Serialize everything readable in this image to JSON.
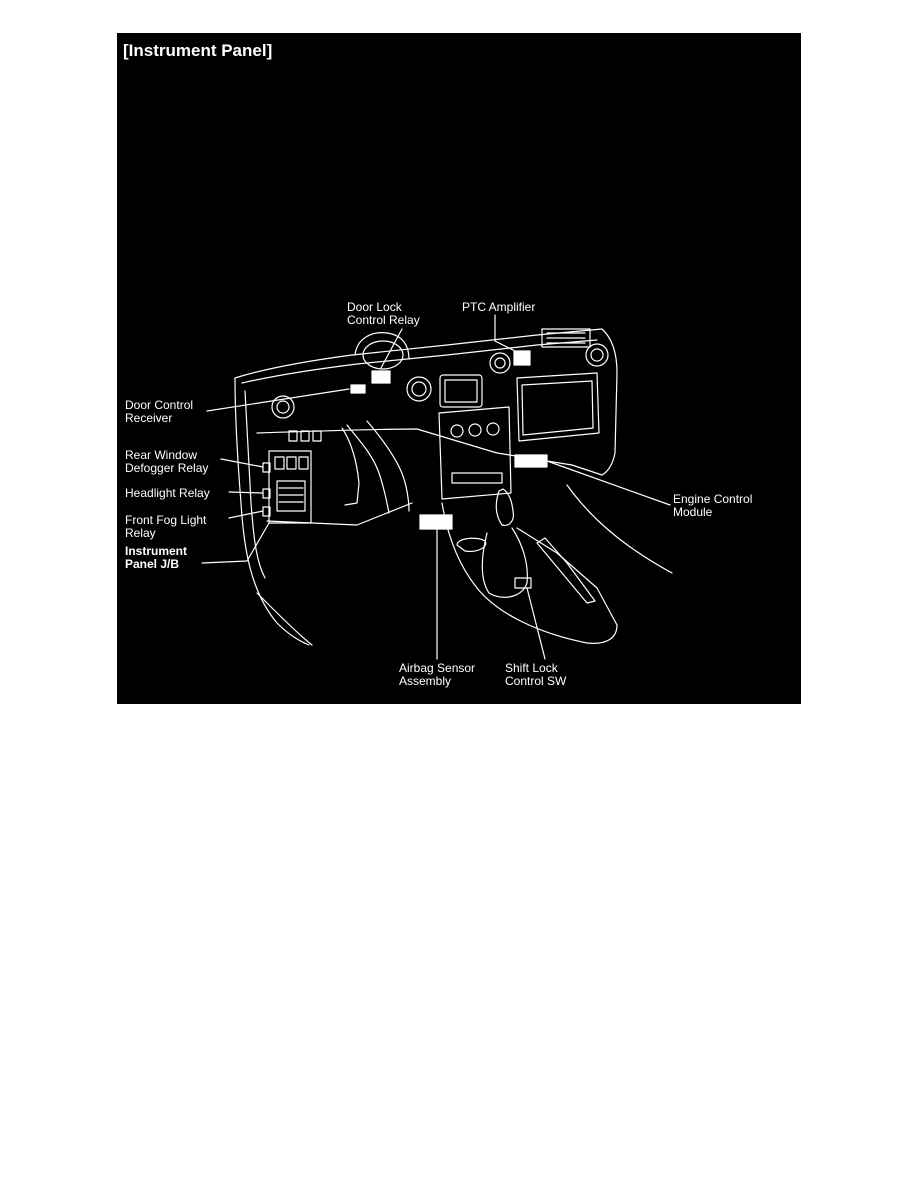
{
  "page": {
    "title": "[Instrument Panel]",
    "colors": {
      "background": "#000000",
      "foreground": "#ffffff",
      "page": "#ffffff"
    }
  },
  "labels": {
    "door_lock_control_relay": {
      "line1": "Door Lock",
      "line2": "Control Relay"
    },
    "ptc_amplifier": {
      "line1": "PTC Amplifier"
    },
    "door_control_receiver": {
      "line1": "Door Control",
      "line2": "Receiver"
    },
    "rear_window_defogger_relay": {
      "line1": "Rear Window",
      "line2": "Defogger Relay"
    },
    "headlight_relay": {
      "line1": "Headlight Relay"
    },
    "front_fog_light_relay": {
      "line1": "Front Fog Light",
      "line2": "Relay"
    },
    "instrument_panel_jb": {
      "line1": "Instrument",
      "line2": "Panel J/B"
    },
    "engine_control_module": {
      "line1": "Engine Control",
      "line2": "Module"
    },
    "airbag_sensor_assembly": {
      "line1": "Airbag Sensor",
      "line2": "Assembly"
    },
    "shift_lock_control_sw": {
      "line1": "Shift Lock",
      "line2": "Control SW"
    }
  }
}
